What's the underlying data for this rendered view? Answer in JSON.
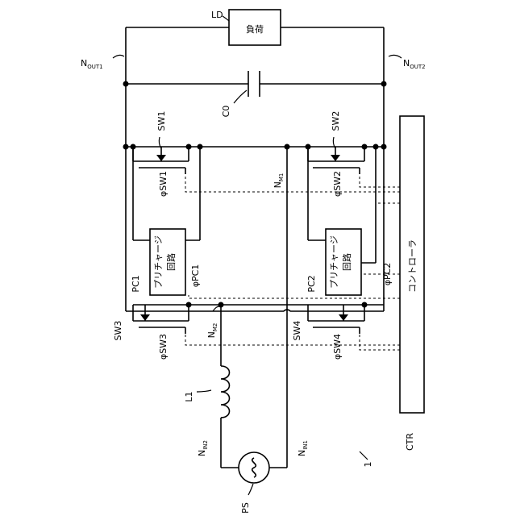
{
  "figure_number": "1",
  "labels": {
    "ld": "LD",
    "load": "負荷",
    "n_out1_main": "N",
    "n_out1_sub": "OUT1",
    "n_out2_main": "N",
    "n_out2_sub": "OUT2",
    "c0": "C0",
    "sw1": "SW1",
    "sw2": "SW2",
    "sw3": "SW3",
    "sw4": "SW4",
    "phi_sw1": "φSW1",
    "phi_sw2": "φSW2",
    "phi_sw3": "φSW3",
    "phi_sw4": "φSW4",
    "phi_pc1": "φPC1",
    "phi_pc2": "φPC2",
    "pc1": "PC1",
    "pc2": "PC2",
    "precharge_line1": "プリチャージ",
    "precharge_line2": "回路",
    "n_m1_main": "N",
    "n_m1_sub": "M1",
    "n_m2_main": "N",
    "n_m2_sub": "M2",
    "controller": "コントローラ",
    "ctr": "CTR",
    "l1": "L1",
    "n_in1_main": "N",
    "n_in1_sub": "IN1",
    "n_in2_main": "N",
    "n_in2_sub": "IN2",
    "ps": "PS"
  }
}
